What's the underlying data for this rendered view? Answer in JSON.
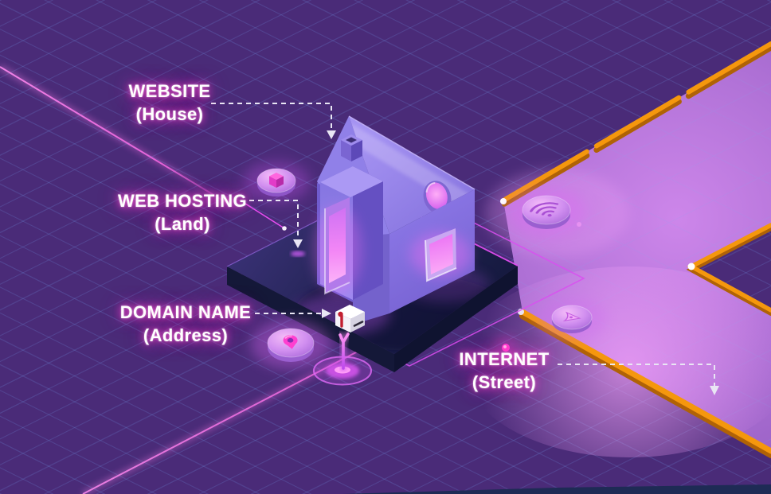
{
  "scene": {
    "description": "Isometric illustration explaining websites: a glowing purple house on a dark land plot beside an orange-curbed street, with a mailbox for the domain name",
    "style": "isometric-neon"
  },
  "labels": {
    "website": {
      "title": "WEBSITE",
      "subtitle": "(House)"
    },
    "web_hosting": {
      "title": "WEB HOSTING",
      "subtitle": "(Land)"
    },
    "domain_name": {
      "title": "DOMAIN NAME",
      "subtitle": "(Address)"
    },
    "internet": {
      "title": "INTERNET",
      "subtitle": "(Street)"
    }
  },
  "icons": {
    "cube_disc": "cube-icon",
    "wifi_disc": "wifi-icon",
    "pointer_disc": "pointer-triangle-icon",
    "pin_disc": "location-pin-icon",
    "mailbox": "mailbox-icon",
    "house": "house-illustration",
    "street": "street-road",
    "land": "land-platform"
  },
  "colors": {
    "background": "#4a2b78",
    "grid_line": "#6e96e6",
    "street_fill": "#a873d8",
    "street_glow": "#d88cf0",
    "curb_orange": "#f5970d",
    "curb_shadow": "#b06206",
    "platform_navy": "#1d2150",
    "house_purple": "#8776e2",
    "window_glow": "#ff8df2",
    "label_glow": "#ff40cf",
    "laser_magenta": "#ff6ae8",
    "wireframe_magenta": "#d94ff0",
    "arrow_dash": "#e9e6f4",
    "mailbox_flag_red": "#c21f30",
    "bottom_strip": "#1e2b55"
  }
}
